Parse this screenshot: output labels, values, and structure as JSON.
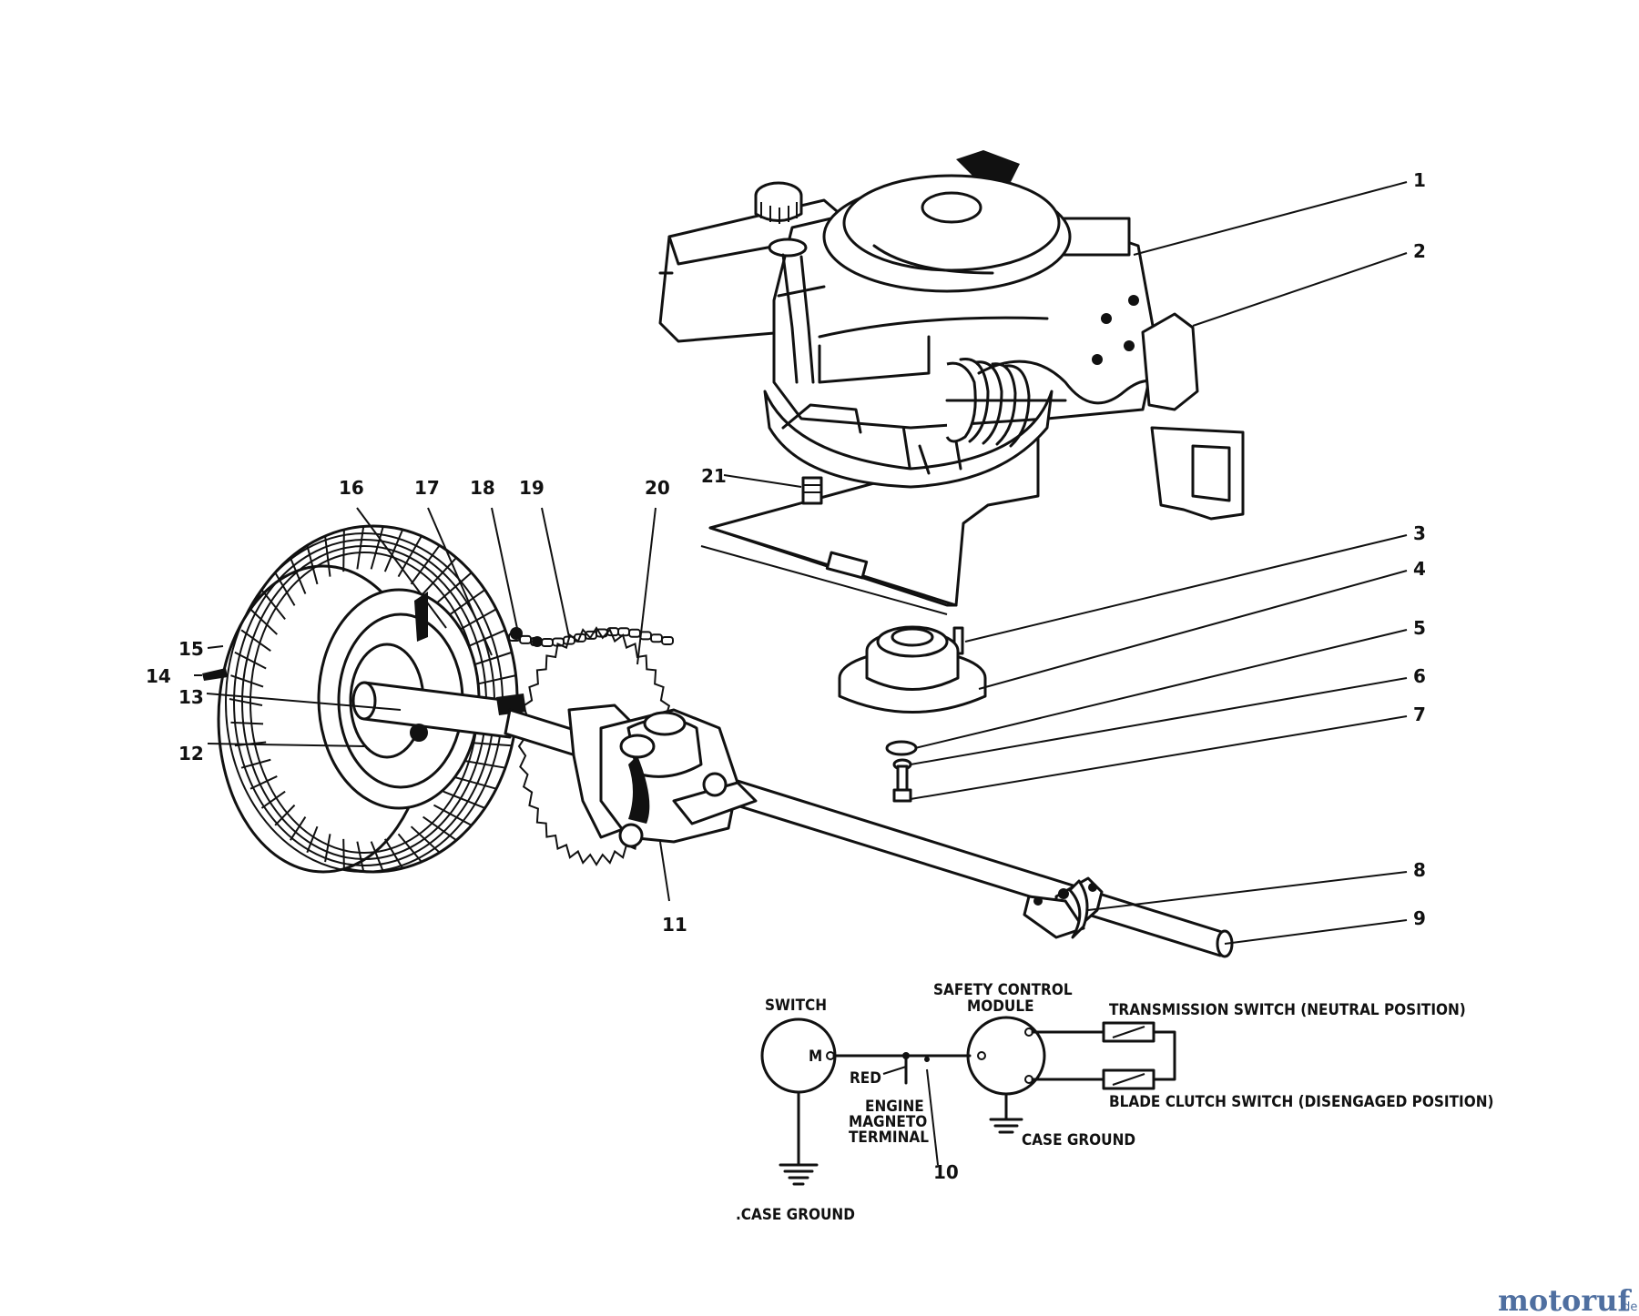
{
  "callouts": [
    {
      "id": "callout-1",
      "text": "1"
    },
    {
      "id": "callout-2",
      "text": "2"
    },
    {
      "id": "callout-3",
      "text": "3"
    },
    {
      "id": "callout-4",
      "text": "4"
    },
    {
      "id": "callout-5",
      "text": "5"
    },
    {
      "id": "callout-6",
      "text": "6"
    },
    {
      "id": "callout-7",
      "text": "7"
    },
    {
      "id": "callout-8",
      "text": "8"
    },
    {
      "id": "callout-9",
      "text": "9"
    },
    {
      "id": "callout-10",
      "text": "10"
    },
    {
      "id": "callout-11",
      "text": "11"
    },
    {
      "id": "callout-12",
      "text": "12"
    },
    {
      "id": "callout-13",
      "text": "13"
    },
    {
      "id": "callout-14",
      "text": "14"
    },
    {
      "id": "callout-15",
      "text": "15"
    },
    {
      "id": "callout-16",
      "text": "16"
    },
    {
      "id": "callout-17",
      "text": "17"
    },
    {
      "id": "callout-18",
      "text": "18"
    },
    {
      "id": "callout-19",
      "text": "19"
    },
    {
      "id": "callout-20",
      "text": "20"
    },
    {
      "id": "callout-21",
      "text": "21"
    }
  ],
  "wiring": {
    "switch": "SWITCH",
    "switch_terminal": "M",
    "red": "RED",
    "engine_magneto_line1": "ENGINE",
    "engine_magneto_line2": "MAGNETO",
    "engine_magneto_line3": "TERMINAL",
    "safety_module_line1": "SAFETY CONTROL",
    "safety_module_line2": "MODULE",
    "transmission_switch": "TRANSMISSION SWITCH (NEUTRAL POSITION)",
    "blade_clutch_switch": "BLADE CLUTCH SWITCH (DISENGAGED POSITION)",
    "case_ground_module": "CASE GROUND",
    "case_ground_switch": ".CASE GROUND"
  },
  "watermark": {
    "brand": "motoruf",
    "suffix": ".de"
  },
  "colors": {
    "ink": "#111111",
    "watermark": "#4f6fa0"
  }
}
